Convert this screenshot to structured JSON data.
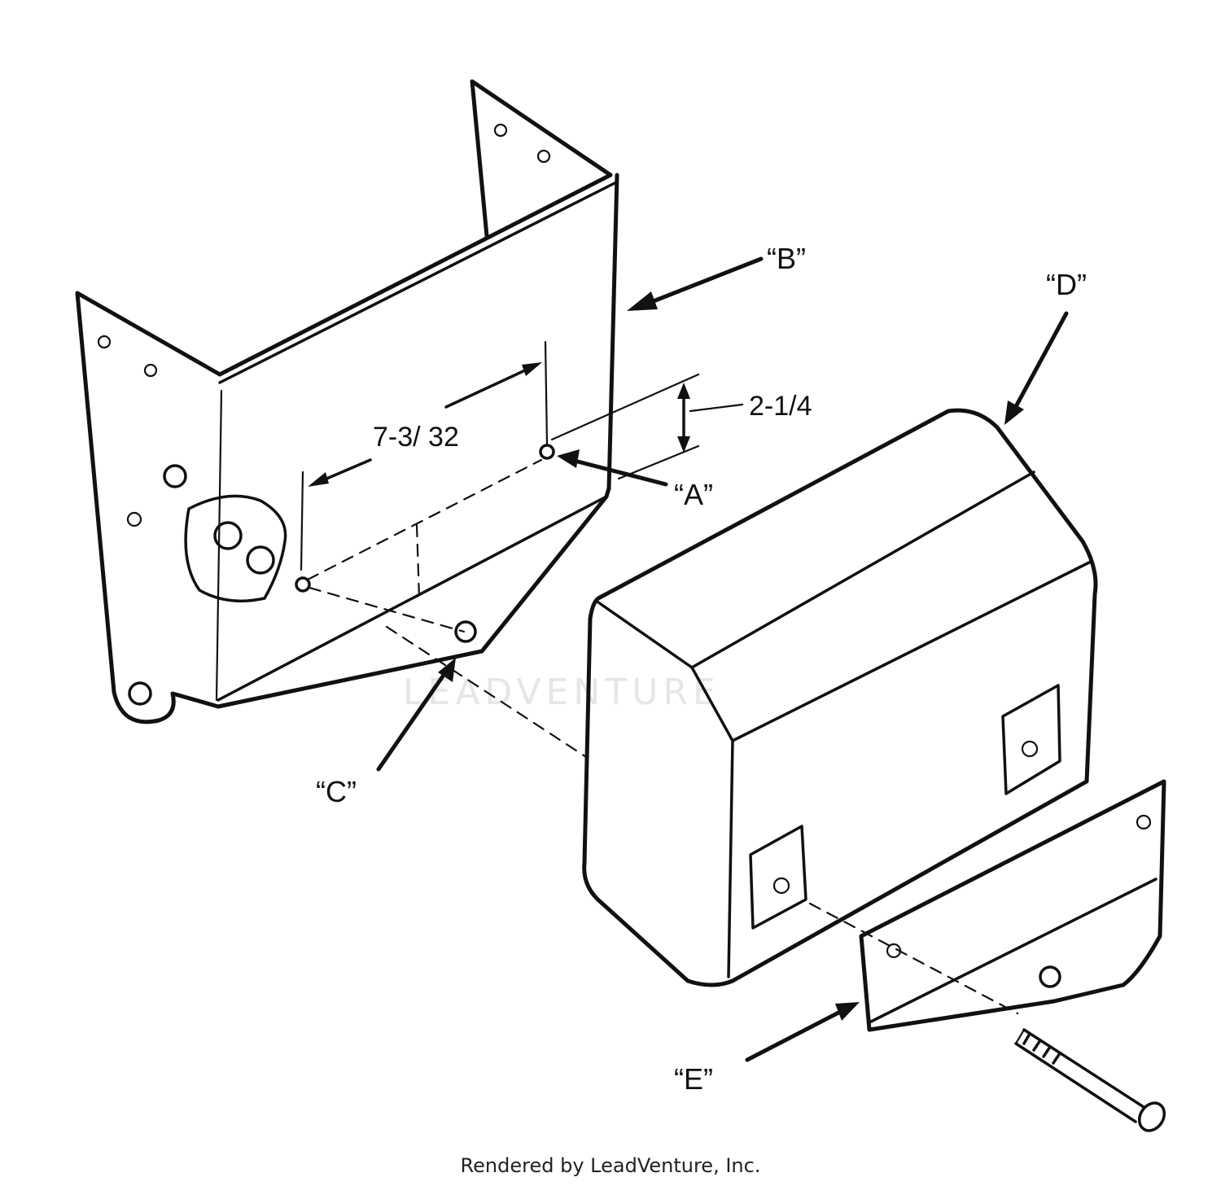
{
  "labels": {
    "a": "“A”",
    "b": "“B”",
    "c": "“C”",
    "d": "“D”",
    "e": "“E”"
  },
  "dimensions": {
    "width": "7-3/ 32",
    "height": "2-1/4"
  },
  "watermark": "LEADVENTURE",
  "footer": "Rendered by LeadVenture, Inc."
}
